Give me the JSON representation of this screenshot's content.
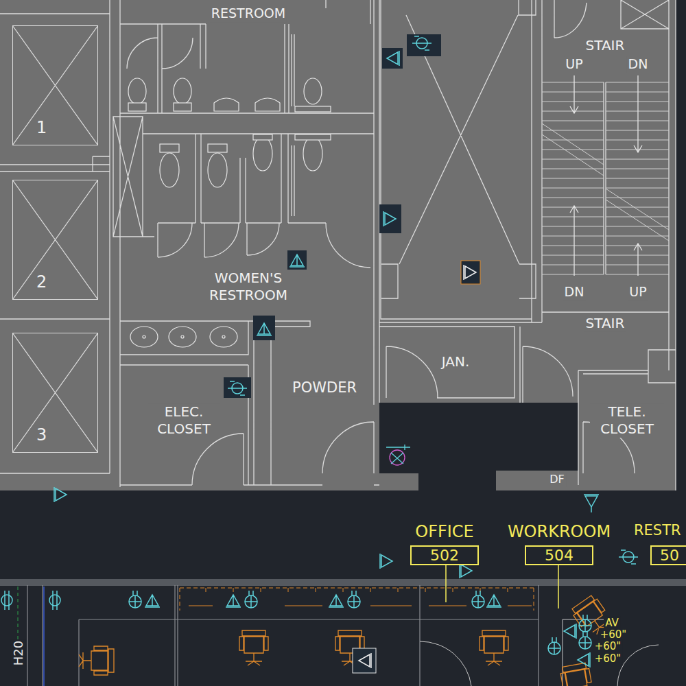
{
  "diagram": {
    "nodes": [
      {
        "text": [
          "1"
        ]
      },
      {
        "text": [
          "2"
        ]
      },
      {
        "text": [
          "3"
        ]
      },
      {
        "text": [
          "OFFICE",
          "502"
        ]
      },
      {
        "text": [
          "WORKROOM",
          "504"
        ]
      },
      {
        "text": [
          "RESTR",
          "50"
        ]
      }
    ],
    "labels": [
      "RESTROOM",
      "STAIR",
      "UP",
      "DN",
      "DN",
      "UP",
      "STAIR",
      "WOMEN'S RESTROOM",
      "POWDER",
      "ELEC. CLOSET",
      "JAN.",
      "TELE. CLOSET",
      "DF",
      "H20",
      "AV",
      "+60\"",
      "+60\"",
      "+60\""
    ]
  }
}
